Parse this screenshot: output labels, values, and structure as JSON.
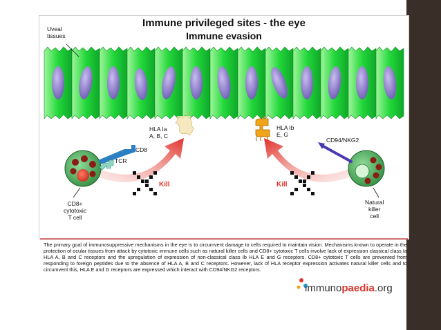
{
  "slide": {
    "title_line1": "Immune privileged sites - the eye",
    "title_line2": "Immune evasion",
    "labels": {
      "uveal_1": "Uveal",
      "uveal_2": "tissues",
      "hla_ia_1": "HLA Ia",
      "hla_ia_2": "A, B, C",
      "hla_ib_1": "HLA Ib",
      "hla_ib_2": "E, G",
      "cd8": "CD8",
      "tcr": "TCR",
      "cd94": "CD94/NKG2",
      "kill_left": "Kill",
      "kill_right": "Kill",
      "tcell_1": "CD8+",
      "tcell_2": "cytotoxic",
      "tcell_3": "T cell",
      "nk_1": "Natural",
      "nk_2": "killer",
      "nk_3": "cell"
    },
    "caption": "The primary goal of immunosuppressive mechanisms in the eye is to circumvent damage to cells required to maintain vision. Mechanisms known to operate in the protection of ocular tissues from attack by cytotoxic immune cells such as natural killer cells and CD8+ cytotoxic T cells involve lack of expression classical class Ia HLA A, B and C receptors and the upregulation of expression of non-classical class Ib HLA E and G receptors. CD8+ cytotoxic T cells are prevented from responding to foreign peptides due to the absence of HLA A, B and C receptors. However, lack of HLA receptor expression activates natural killer cells and to circumvent this, HLA E and G receptors are expressed which interact with CD94/NKG2 receptors.",
    "logo_prefix": "immuno",
    "logo_brand": "paedia",
    "logo_suffix": ".org",
    "colors": {
      "cell_green": "#22d83a",
      "nucleus_purple": "#8a78c8",
      "arrow_red": "#e0312a",
      "sidebar": "#3a2f28",
      "hla_ib_orange": "#f0a418",
      "receptor_blue": "#2c7fc0",
      "nk_receptor": "#4a3ab0"
    }
  }
}
